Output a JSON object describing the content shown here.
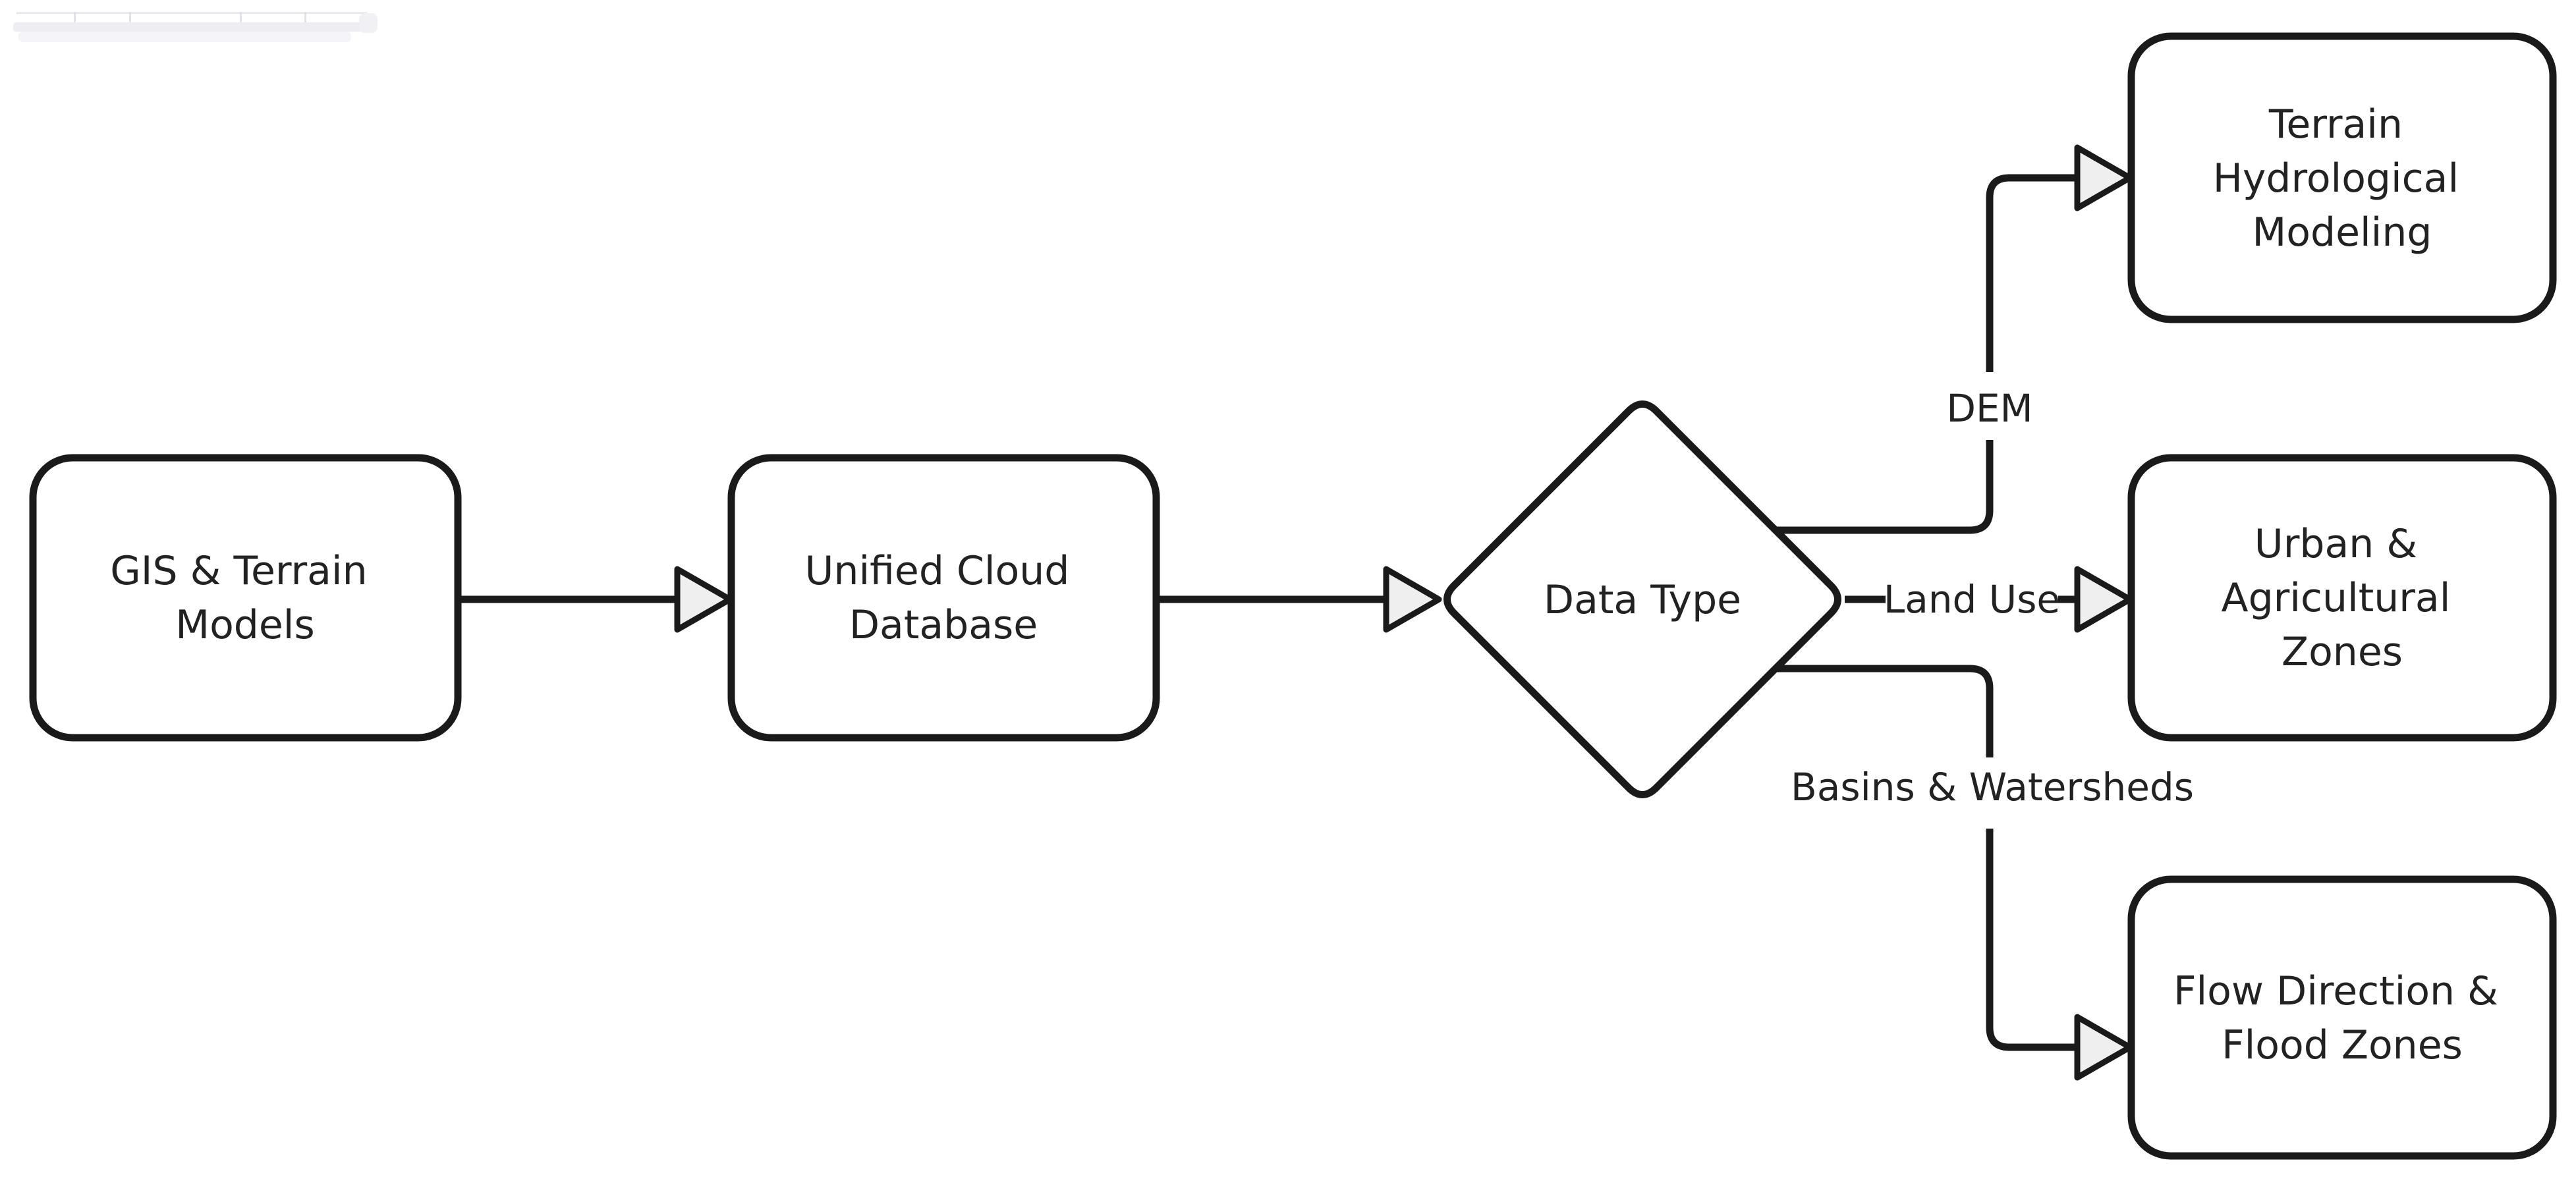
{
  "diagram": {
    "type": "flowchart",
    "direction": "left-to-right",
    "colors": {
      "node_fill": "#ffffff",
      "stroke": "#1a1a1a",
      "text": "#222222",
      "arrowhead_fill": "#efefef",
      "background": "#ffffff"
    },
    "arrowhead_style": "hollow-triangle",
    "nodes": [
      {
        "id": "gis",
        "shape": "rounded-rect",
        "label": "GIS & Terrain Models",
        "lines": [
          "GIS & Terrain",
          "Models"
        ]
      },
      {
        "id": "db",
        "shape": "rounded-rect",
        "label": "Unified Cloud Database",
        "lines": [
          "Unified Cloud",
          "Database"
        ]
      },
      {
        "id": "datatype",
        "shape": "decision-diamond",
        "label": "Data Type",
        "lines": [
          "Data Type"
        ]
      },
      {
        "id": "terrain",
        "shape": "rounded-rect",
        "label": "Terrain Hydrological Modeling",
        "lines": [
          "Terrain",
          "Hydrological",
          "Modeling"
        ]
      },
      {
        "id": "urban",
        "shape": "rounded-rect",
        "label": "Urban & Agricultural Zones",
        "lines": [
          "Urban &",
          "Agricultural",
          "Zones"
        ]
      },
      {
        "id": "flow",
        "shape": "rounded-rect",
        "label": "Flow Direction & Flood Zones",
        "lines": [
          "Flow Direction &",
          "Flood Zones"
        ]
      }
    ],
    "edges": [
      {
        "from": "gis",
        "to": "db",
        "label": ""
      },
      {
        "from": "db",
        "to": "datatype",
        "label": ""
      },
      {
        "from": "datatype",
        "to": "terrain",
        "label": "DEM"
      },
      {
        "from": "datatype",
        "to": "urban",
        "label": "Land Use"
      },
      {
        "from": "datatype",
        "to": "flow",
        "label": "Basins & Watersheds"
      }
    ]
  }
}
